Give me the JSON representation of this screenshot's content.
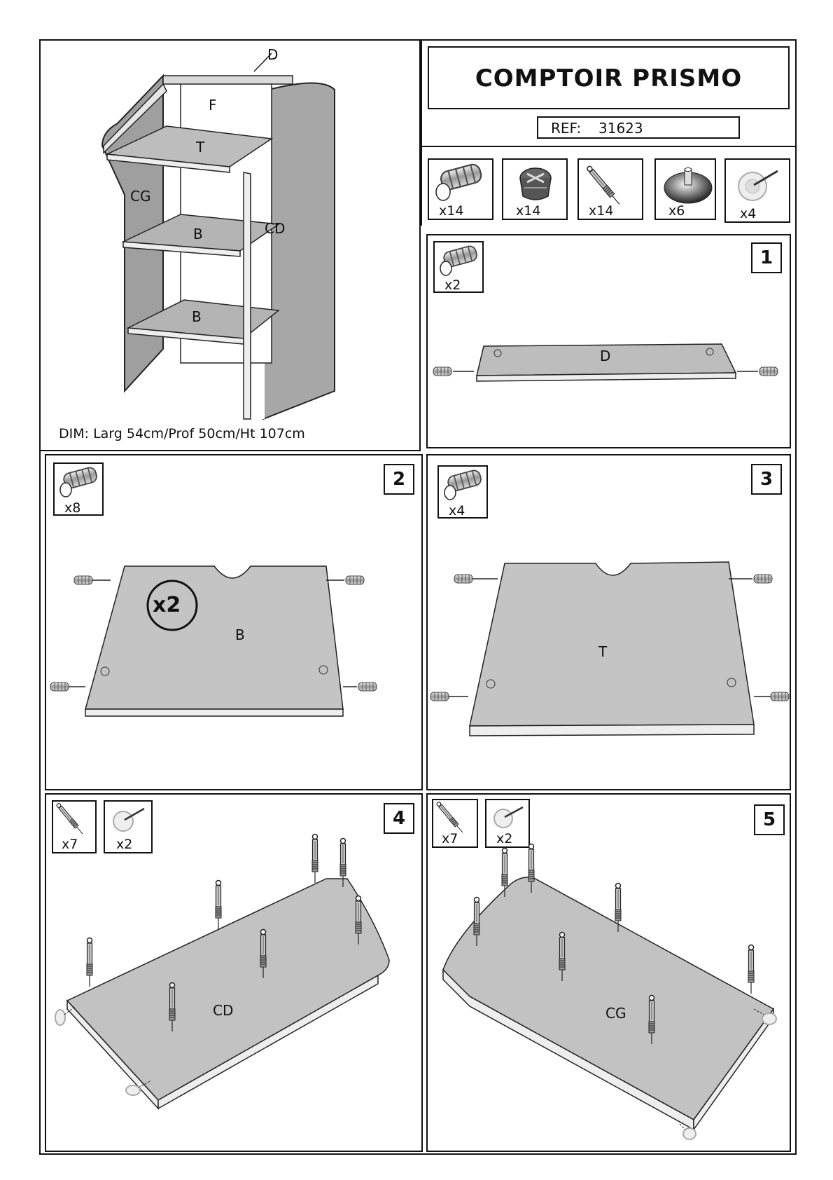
{
  "header": {
    "title": "COMPTOIR PRISMO",
    "ref_label": "REF:",
    "ref_value": "31623"
  },
  "overview": {
    "dimensions": "DIM: Larg 54cm/Prof 50cm/Ht 107cm",
    "parts": [
      "D",
      "F",
      "T",
      "CG",
      "B",
      "CD",
      "B"
    ]
  },
  "hardware": [
    {
      "icon": "dowel-icon",
      "qty": "x14"
    },
    {
      "icon": "cam-lock-icon",
      "qty": "x14"
    },
    {
      "icon": "cam-bolt-icon",
      "qty": "x14"
    },
    {
      "icon": "glide-foot-icon",
      "qty": "x6"
    },
    {
      "icon": "nail-glide-icon",
      "qty": "x4"
    }
  ],
  "steps": [
    {
      "number": "1",
      "part": "D",
      "hardware": [
        {
          "icon": "dowel-icon",
          "qty": "x2"
        }
      ]
    },
    {
      "number": "2",
      "part": "B",
      "multiplier": "x2",
      "hardware": [
        {
          "icon": "dowel-icon",
          "qty": "x8"
        }
      ]
    },
    {
      "number": "3",
      "part": "T",
      "hardware": [
        {
          "icon": "dowel-icon",
          "qty": "x4"
        }
      ]
    },
    {
      "number": "4",
      "part": "CD",
      "hardware": [
        {
          "icon": "cam-bolt-icon",
          "qty": "x7"
        },
        {
          "icon": "nail-glide-icon",
          "qty": "x2"
        }
      ]
    },
    {
      "number": "5",
      "part": "CG",
      "hardware": [
        {
          "icon": "cam-bolt-icon",
          "qty": "x7"
        },
        {
          "icon": "nail-glide-icon",
          "qty": "x2"
        }
      ]
    }
  ]
}
